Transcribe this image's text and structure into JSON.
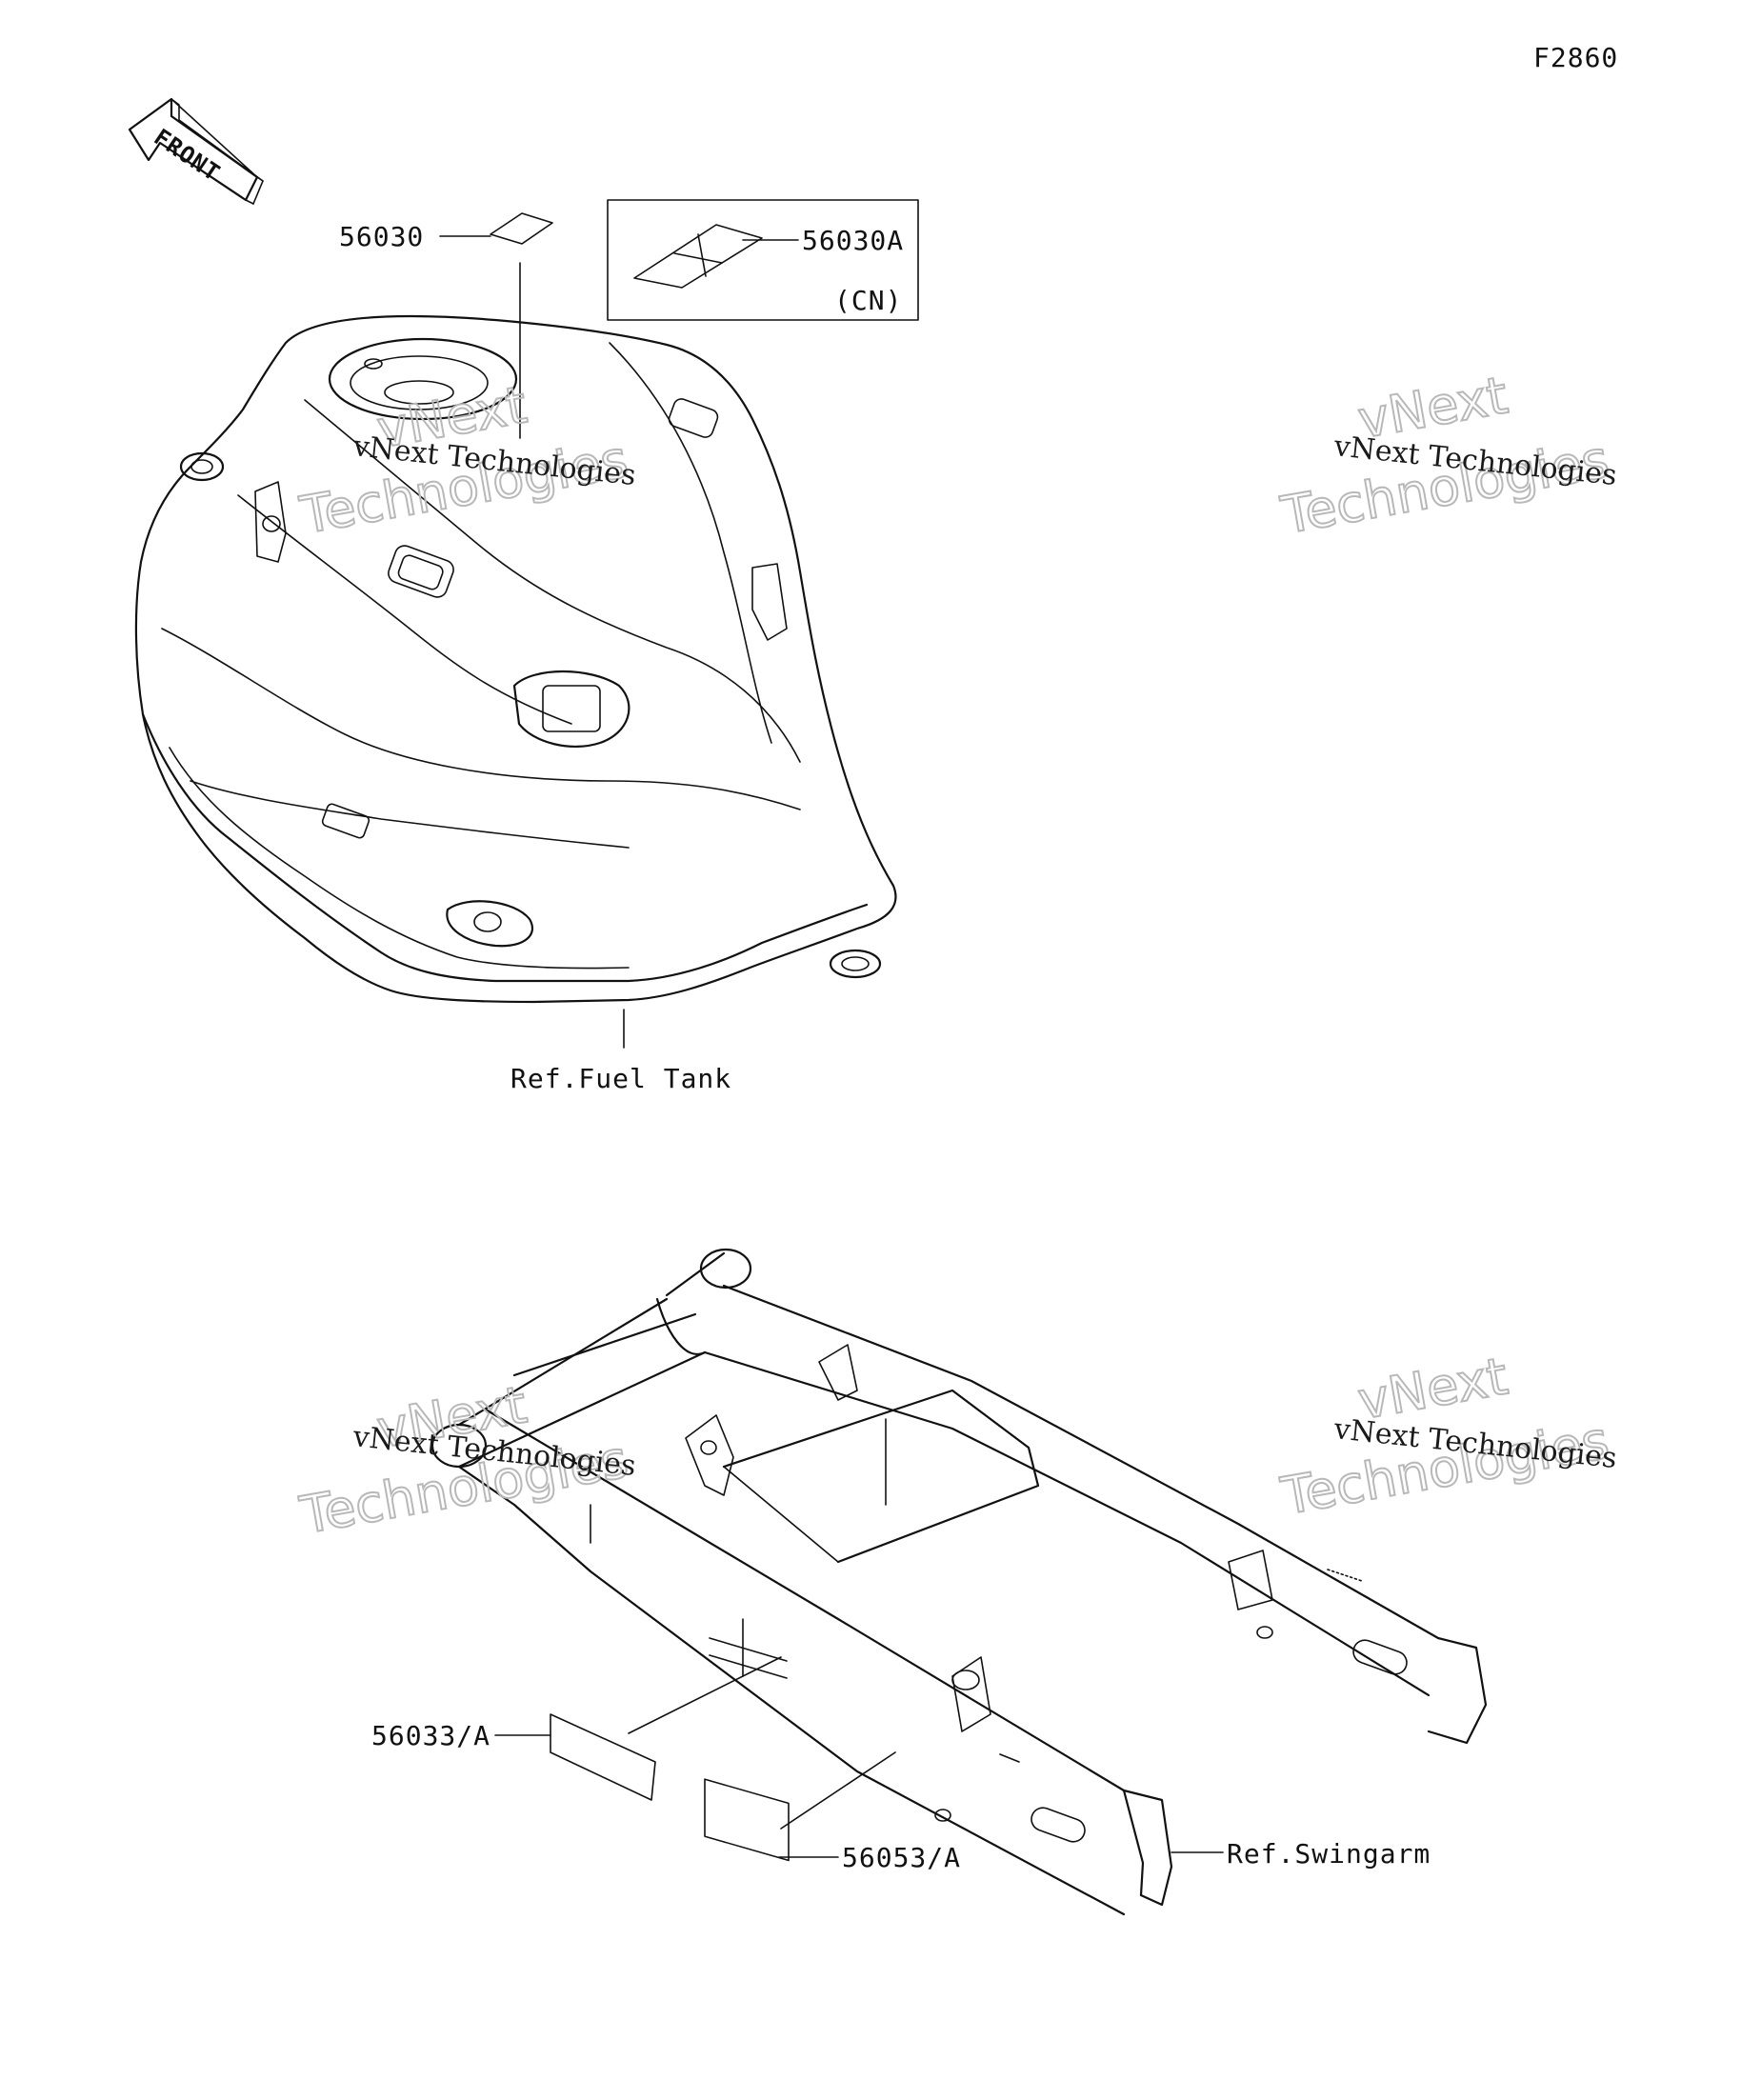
{
  "figure_id": "F2860",
  "front_arrow": {
    "label": "FRONT"
  },
  "parts": {
    "p56030": "56030",
    "p56030A": "56030A",
    "cn_note": "(CN)",
    "p56033": "56033/A",
    "p56053": "56053/A"
  },
  "references": {
    "fuel_tank": "Ref.Fuel Tank",
    "swingarm": "Ref.Swingarm"
  },
  "watermark": {
    "line1": "vNext Technologies",
    "line2a": "vNext",
    "line2b": "Technologies"
  },
  "colors": {
    "line": "#111111",
    "watermark": "#b8b8b8",
    "background": "#ffffff"
  }
}
